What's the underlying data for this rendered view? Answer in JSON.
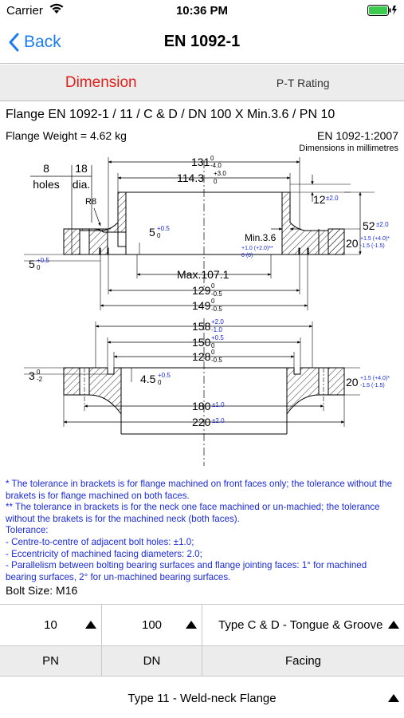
{
  "status": {
    "carrier": "Carrier",
    "time": "10:36 PM"
  },
  "nav": {
    "back_label": "Back",
    "title": "EN 1092-1"
  },
  "tabs": [
    {
      "label": "Dimension",
      "active": true
    },
    {
      "label": "P-T Rating",
      "active": false
    }
  ],
  "heading": "Flange EN 1092-1 / 11 / C & D / DN 100 X Min.3.6 / PN 10",
  "weight": "Flange Weight = 4.62 kg",
  "standard": "EN 1092-1:2007",
  "units_note": "Dimensions in millimetres",
  "drawing": {
    "holes_count": "8",
    "holes_label": "holes",
    "dia_value": "18",
    "dia_label": "dia.",
    "radius": "R8",
    "d131": "131",
    "d131_tol_up": "0",
    "d131_tol_dn": "-4.0",
    "d114": "114.3",
    "d114_tol_up": "+3.0",
    "d114_tol_dn": "0",
    "min_wall": "Min.3.6",
    "min_wall_tol_up": "+1.0 (+2.0)**",
    "min_wall_tol_dn": "0        (0)",
    "d12": "12",
    "d12_tol": "±2.0",
    "d52": "52",
    "d52_tol": "±2.0",
    "d20": "20",
    "d20_tol_up": "+1.5 (+4.0)*",
    "d20_tol_dn": "-1.5  (-1.5)",
    "d5a": "5",
    "d5a_tol_up": "+0.5",
    "d5a_tol_dn": "0",
    "d5b": "5",
    "d5b_tol_up": "+0.5",
    "d5b_tol_dn": "0",
    "max107": "Max.107.1",
    "d129": "129",
    "d129_tol_up": "0",
    "d129_tol_dn": "-0.5",
    "d149": "149",
    "d149_tol_up": "0",
    "d149_tol_dn": "-0.5",
    "d158": "158",
    "d158_tol_up": "+2.0",
    "d158_tol_dn": "-1.0",
    "d150": "150",
    "d150_tol_up": "+0.5",
    "d150_tol_dn": "0",
    "d128": "128",
    "d128_tol_up": "0",
    "d128_tol_dn": "-0.5",
    "d3": "3",
    "d3_tol_up": "0",
    "d3_tol_dn": "-2",
    "d45": "4.5",
    "d45_tol_up": "+0.5",
    "d45_tol_dn": "0",
    "d20b": "20",
    "d20b_tol_up": "+1.5 (+4.0)*",
    "d20b_tol_dn": "-1.5  (-1.5)",
    "d180": "180",
    "d180_tol": "±1.0",
    "d220": "220",
    "d220_tol": "±2.0"
  },
  "notes": [
    "* The tolerance in brackets is for flange machined on front faces only; the tolerance without the brakets is for flange machined on both faces.",
    "** The tolerance in brackets is for the neck one face machined or un-machied; the tolerance without the brakets is for the machined neck (both faces).",
    "Tolerance:",
    "- Centre-to-centre of adjacent bolt holes: ±1.0;",
    "- Eccentricity of machined facing diameters: 2.0;",
    "- Parallelism between bolting bearing surfaces and flange jointing faces: 1° for machined bearing surfaces, 2° for un-machined bearing surfaces."
  ],
  "bolt_size": "Bolt Size: M16",
  "selectors": {
    "pn_value": "10",
    "dn_value": "100",
    "facing_value": "Type C & D - Tongue & Groove",
    "pn_label": "PN",
    "dn_label": "DN",
    "facing_label": "Facing",
    "type_value": "Type 11 - Weld-neck Flange"
  },
  "colors": {
    "accent": "#1a7cf5",
    "active_tab": "#e0201b",
    "notes": "#1a2adf",
    "battery": "#3ccb4f"
  }
}
